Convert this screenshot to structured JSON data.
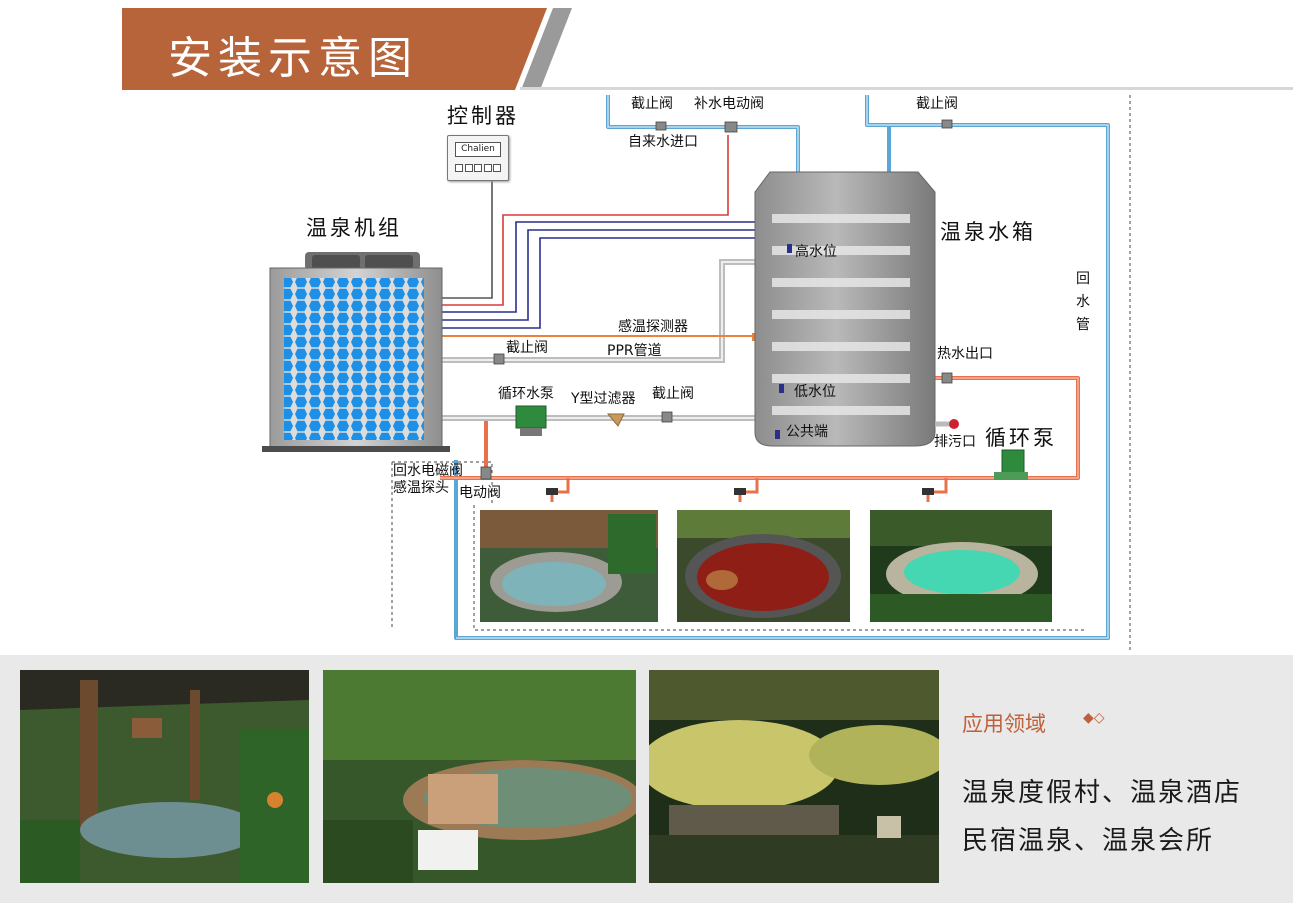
{
  "header": {
    "title": "安装示意图"
  },
  "diagram": {
    "controller": {
      "label": "控制器",
      "brand": "Chalien"
    },
    "heat_pump_label": "温泉机组",
    "tank_label": "温泉水箱",
    "circulation_pump_label": "循环泵",
    "return_pipe_label": "回水管",
    "labels": {
      "shutoff_valve_tap": "截止阀",
      "makeup_valve": "补水电动阀",
      "tap_water_inlet": "自来水进口",
      "shutoff_valve_return": "截止阀",
      "high_level": "高水位",
      "temp_probe": "感温探测器",
      "shutoff_valve_ppr": "截止阀",
      "ppr_pipe": "PPR管道",
      "hot_water_outlet": "热水出口",
      "circ_water_pump": "循环水泵",
      "y_filter": "Y型过滤器",
      "shutoff_valve_filter": "截止阀",
      "low_level": "低水位",
      "common_end": "公共端",
      "drain_outlet": "排污口",
      "return_solenoid": "回水电磁阀",
      "temp_sensor_head": "感温探头",
      "motorized_valve": "电动阀"
    }
  },
  "applications": {
    "title": "应用领域",
    "line1": "温泉度假村、温泉酒店",
    "line2": "民宿温泉、温泉会所"
  },
  "colors": {
    "brand": "#b8643b",
    "hot_pipe": "#e8704a",
    "cold_pipe": "#5aa7d6",
    "signal_wire": "#2b2f8c",
    "power_wire": "#d83a3a"
  }
}
